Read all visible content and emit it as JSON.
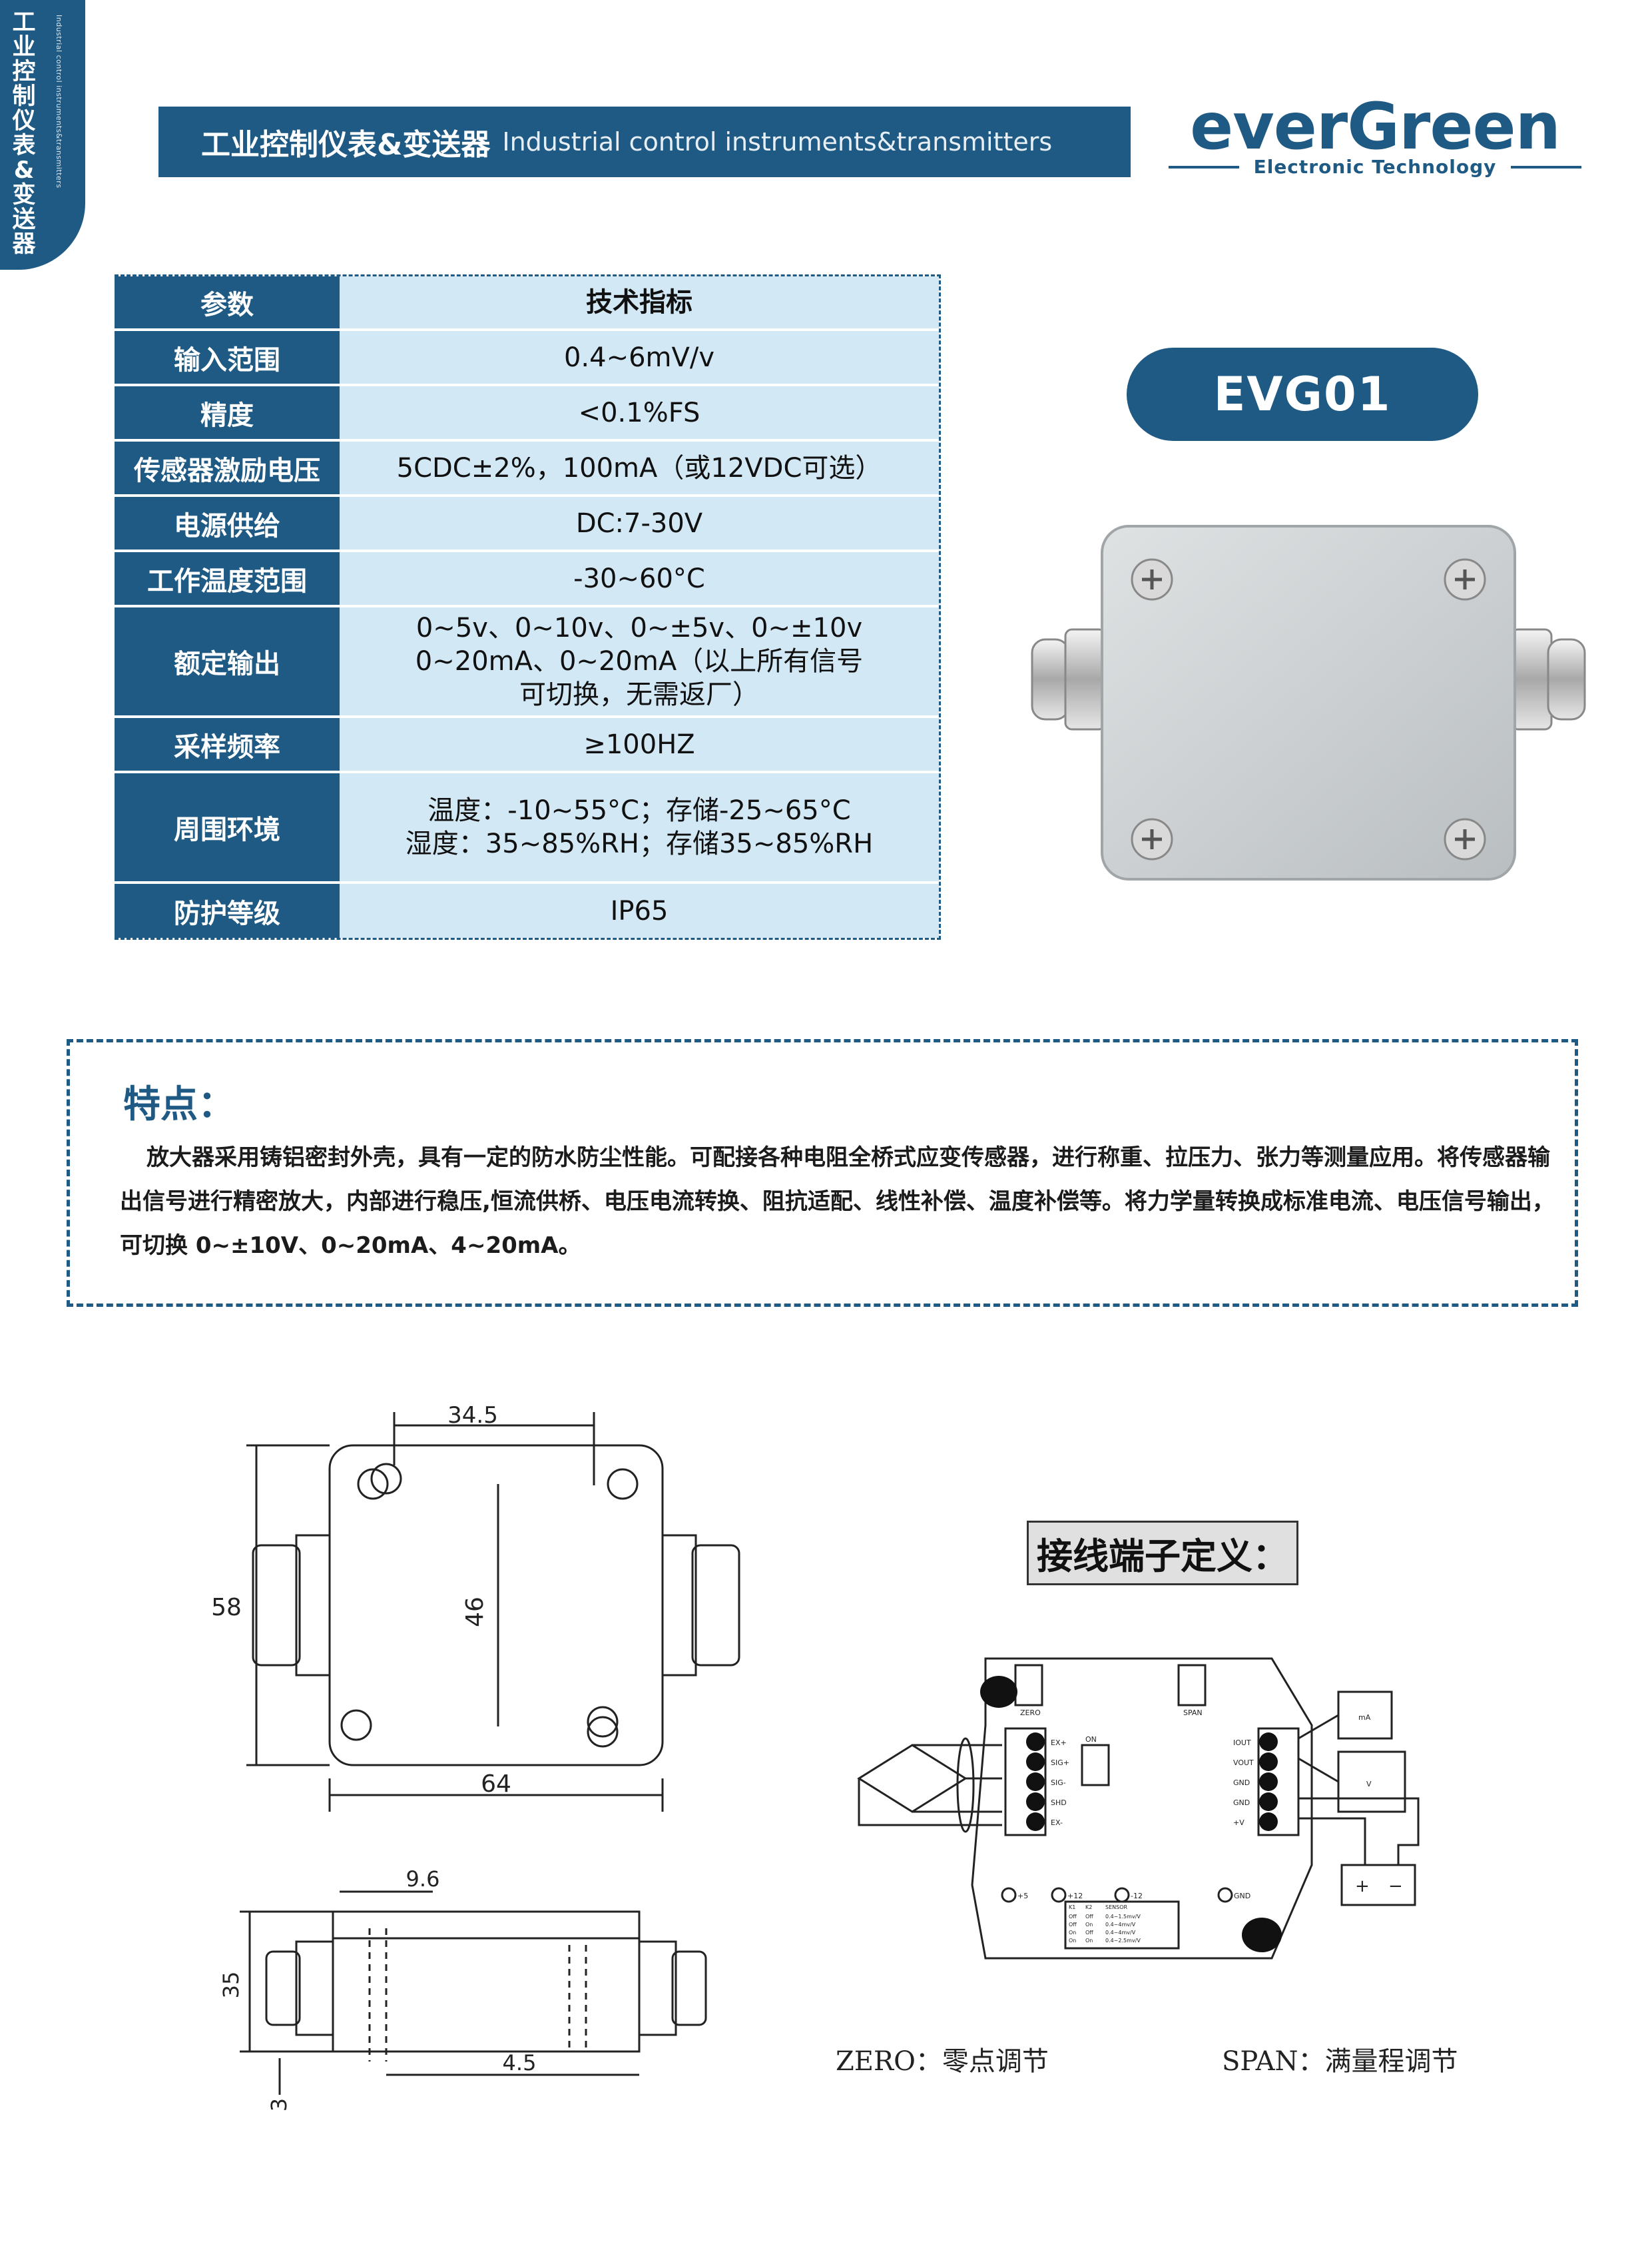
{
  "side_tab": {
    "title": "工业控制仪表&变送器",
    "subtitle": "Industrial control instruments&transmitters"
  },
  "banner": {
    "title_cn": "工业控制仪表&变送器",
    "title_en": "Industrial control instruments&transmitters"
  },
  "logo": {
    "name": "everGreen",
    "tagline": "Electronic Technology"
  },
  "spec_table": {
    "header": {
      "param": "参数",
      "value": "技术指标"
    },
    "rows": [
      {
        "param": "输入范围",
        "value": "0.4~6mV/v"
      },
      {
        "param": "精度",
        "value": "<0.1%FS"
      },
      {
        "param": "传感器激励电压",
        "value": "5CDC±2%，100mA（或12VDC可选）"
      },
      {
        "param": "电源供给",
        "value": "DC:7-30V"
      },
      {
        "param": "工作温度范围",
        "value": "-30~60°C"
      },
      {
        "param": "额定输出",
        "value_lines": [
          "0~5v、0~10v、0~±5v、0~±10v",
          "0~20mA、0~20mA（以上所有信号",
          "可切换，无需返厂）"
        ]
      },
      {
        "param": "采样频率",
        "value": "≥100HZ"
      },
      {
        "param": "周围环境",
        "value_lines": [
          "温度：-10~55°C；存储-25~65°C",
          "湿度：35~85%RH；存储35~85%RH"
        ]
      },
      {
        "param": "防护等级",
        "value": "IP65"
      }
    ]
  },
  "model": "EVG01",
  "features": {
    "title": "特点：",
    "body": "放大器采用铸铝密封外壳，具有一定的防水防尘性能。可配接各种电阻全桥式应变传感器，进行称重、拉压力、张力等测量应用。将传感器输出信号进行精密放大，内部进行稳压,恒流供桥、电压电流转换、阻抗适配、线性补偿、温度补偿等。将力学量转换成标准电流、电压信号输出，可切换 0~±10V、0~20mA、4~20mA。"
  },
  "dimensions": {
    "top_width": "34.5",
    "height_outer": "58",
    "height_inner": "46",
    "width": "64",
    "side_hole": "9.6",
    "side_height": "35",
    "side_base": "3",
    "side_offset": "4.5"
  },
  "wiring": {
    "title": "接线端子定义：",
    "zero_label": "ZERO：零点调节",
    "span_label": "SPAN：满量程调节",
    "pot_zero": "ZERO",
    "pot_span": "SPAN",
    "left_terminals": [
      "EX+",
      "SIG+",
      "SIG-",
      "SHD",
      "EX-"
    ],
    "right_terminals": [
      "IOUT",
      "VOUT",
      "GND",
      "GND",
      "+V"
    ],
    "switch_on": "ON",
    "bottom_labels": [
      "+5",
      "+12",
      "-12",
      "GND"
    ],
    "meter_ma": "mA",
    "meter_v": "V",
    "battery_plus": "+",
    "battery_minus": "−",
    "dip_table": {
      "header": [
        "K1",
        "K2",
        "SENSOR"
      ],
      "rows": [
        [
          "Off",
          "Off",
          "0.4~1.5mv/V"
        ],
        [
          "Off",
          "On",
          "0.4~4mv/V"
        ],
        [
          "On",
          "Off",
          "0.4~4mv/V"
        ],
        [
          "On",
          "On",
          "0.4~2.5mv/V"
        ]
      ]
    }
  }
}
